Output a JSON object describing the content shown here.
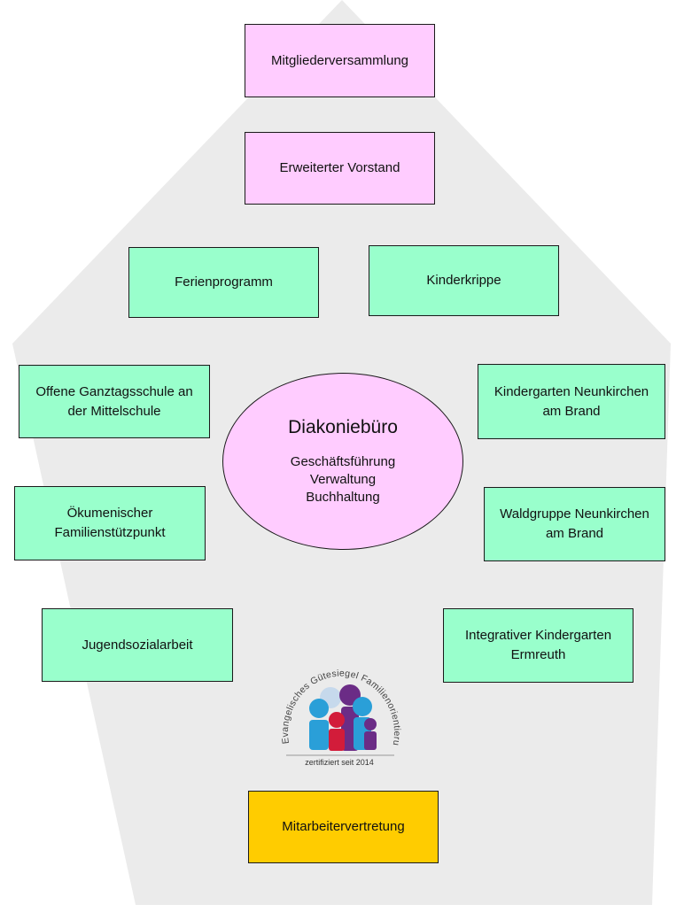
{
  "top": {
    "general_meeting": "Mitgliederversammlung",
    "extended_board": "Erweiterter Vorstand"
  },
  "programs": {
    "holiday_program": "Ferienprogramm",
    "nursery": "Kinderkrippe",
    "all_day_school": "Offene Ganztagsschule an\nder Mittelschule",
    "kindergarten_neunkirchen": "Kindergarten Neunkirchen\nam Brand",
    "family_center": "Ökumenischer\nFamilienstützpunkt",
    "forest_group": "Waldgruppe Neunkirchen\nam Brand",
    "youth_social_work": "Jugendsozialarbeit",
    "integrative_kindergarten": "Integrativer Kindergarten\nErmreuth"
  },
  "center": {
    "title": "Diakoniebüro",
    "lines": [
      "Geschäftsführung",
      "Verwaltung",
      "Buchhaltung"
    ]
  },
  "seal": {
    "arc_text": "Evangelisches Gütesiegel Familienorientierung",
    "caption": "zertifiziert seit 2014"
  },
  "bottom": {
    "staff_representation": "Mitarbeitervertretung"
  },
  "colors": {
    "background_shape": "#ebebeb",
    "pink": "#ffccff",
    "green": "#99ffcc",
    "yellow": "#ffcc00",
    "seal_blue": "#2a9fd8",
    "seal_red": "#d21c3a",
    "seal_purple": "#6b2c86",
    "seal_light": "#c6d9ec"
  }
}
